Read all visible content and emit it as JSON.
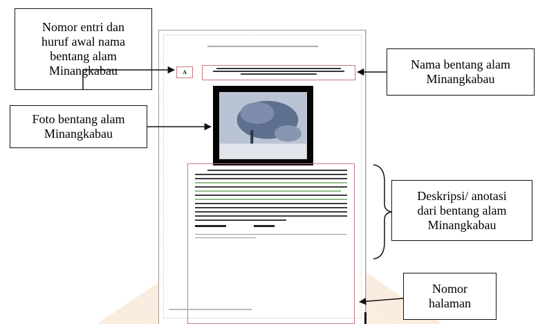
{
  "callouts": {
    "entry_number": "Nomor entri dan\nhuruf awal nama\nbentang alam\nMinangkabau",
    "landscape_name": "Nama bentang alam\nMinangkabau",
    "landscape_photo": "Foto bentang alam\nMinangkabau",
    "description": "Deskripsi/ anotasi\ndari bentang alam\nMinangkabau",
    "page_number": "Nomor\nhalaman"
  },
  "document": {
    "entry_letter": "A"
  },
  "colors": {
    "box_border": "#c9787c",
    "highlight": "#8fbf86",
    "watermark": "#e8b98a"
  }
}
